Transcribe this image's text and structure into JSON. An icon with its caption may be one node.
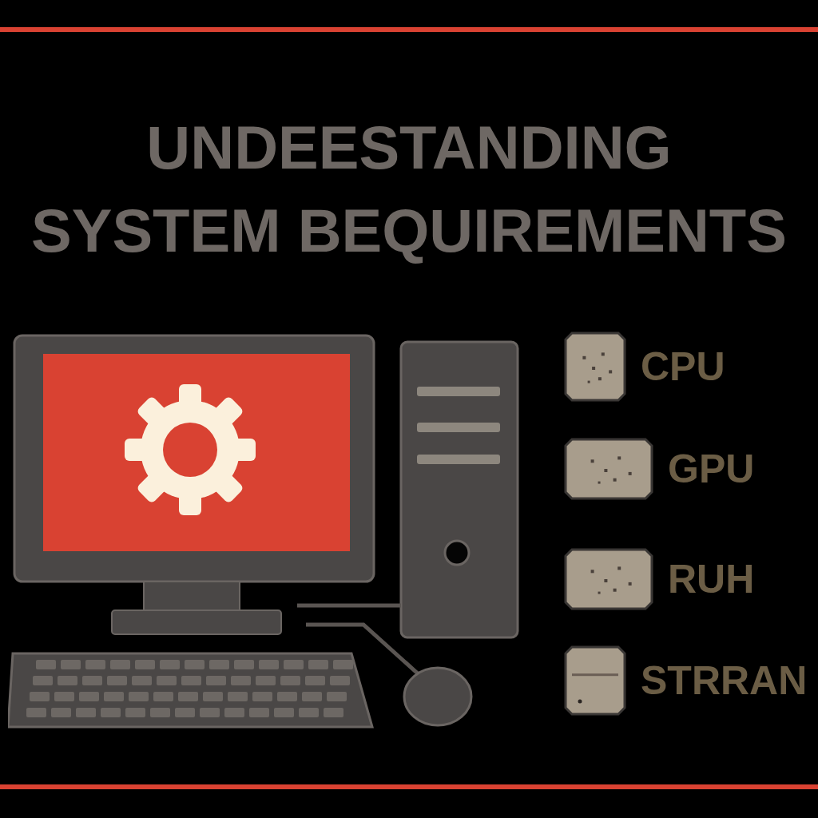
{
  "diagram": {
    "title": "UNDEESTANDING SYSTEM BEQUIREMENTS",
    "labels": [
      "CPU",
      "GPU",
      "RUH",
      "STRRAN"
    ]
  }
}
